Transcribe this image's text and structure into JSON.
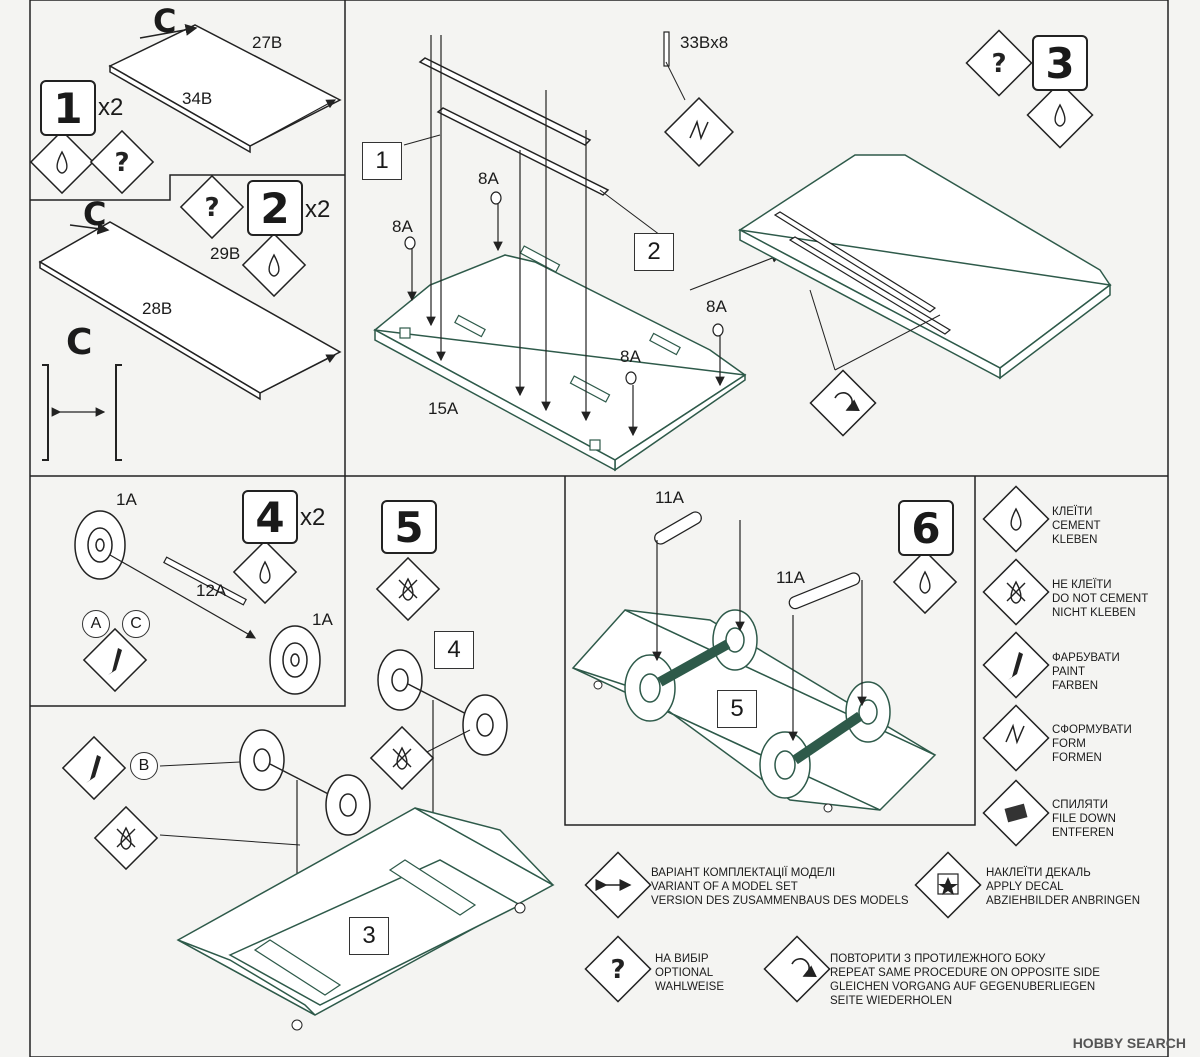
{
  "steps": {
    "s1": {
      "num": "1",
      "mult": "x2"
    },
    "s2": {
      "num": "2",
      "mult": "x2"
    },
    "s3": {
      "num": "3"
    },
    "s4": {
      "num": "4",
      "mult": "x2"
    },
    "s5": {
      "num": "5"
    },
    "s6": {
      "num": "6"
    }
  },
  "marks": {
    "c1": "C",
    "c2": "C",
    "c3": "C",
    "q": "?"
  },
  "parts": {
    "p27b": "27B",
    "p34b": "34B",
    "p29b": "29B",
    "p28b": "28B",
    "p33b": "33Bx8",
    "p8a_1": "8A",
    "p8a_2": "8A",
    "p8a_3": "8A",
    "p8a_4": "8A",
    "p15a": "15A",
    "p1a_1": "1A",
    "p1a_2": "1A",
    "p12a": "12A",
    "p11a_1": "11A",
    "p11a_2": "11A"
  },
  "callouts": {
    "c_1": "1",
    "c_2": "2",
    "c_4": "4",
    "c_3": "3",
    "c_5": "5"
  },
  "variants": {
    "a": "A",
    "c": "C",
    "b": "B"
  },
  "legend": [
    {
      "icon": "cement-drop-icon",
      "lines": [
        "КЛЕЇТИ",
        "CEMENT",
        "KLEBEN"
      ]
    },
    {
      "icon": "no-cement-icon",
      "lines": [
        "НЕ КЛЕЇТИ",
        "DO NOT CEMENT",
        "NICHT KLEBEN"
      ]
    },
    {
      "icon": "paint-brush-icon",
      "lines": [
        "ФАРБУВАТИ",
        "PAINT",
        "FARBEN"
      ]
    },
    {
      "icon": "form-icon",
      "lines": [
        "СФОРМУВАТИ",
        "FORM",
        "FORMEN"
      ]
    },
    {
      "icon": "file-down-icon",
      "lines": [
        "СПИЛЯТИ",
        "FILE DOWN",
        "ENTFEREN"
      ]
    }
  ],
  "legend_bottom": [
    {
      "icon": "variant-arrows-icon",
      "lines": [
        "ВАРІАНТ КОМПЛЕКТАЦІЇ МОДЕЛІ",
        "VARIANT OF A MODEL SET",
        "VERSION DES ZUSAMMENBAUS DES MODELS"
      ]
    },
    {
      "icon": "apply-decal-icon",
      "lines": [
        "НАКЛЕЇТИ ДЕКАЛЬ",
        "APPLY DECAL",
        "ABZIEHBILDER ANBRINGEN"
      ]
    },
    {
      "icon": "optional-icon",
      "lines": [
        "НА ВИБІР",
        "OPTIONAL",
        "WAHLWEISE"
      ]
    },
    {
      "icon": "repeat-icon",
      "lines": [
        "ПОВТОРИТИ З ПРОТИЛЕЖНОГО БОКУ",
        "REPEAT SAME PROCEDURE ON OPPOSITE SIDE",
        "GLEICHEN VORGANG AUF GEGENUBERLIEGEN",
        "SEITE WIEDERHOLEN"
      ]
    }
  ],
  "watermark": "HOBBY SEARCH",
  "colors": {
    "line": "#222222",
    "hull": "#2e5a4a",
    "paper": "#f4f4f2"
  }
}
